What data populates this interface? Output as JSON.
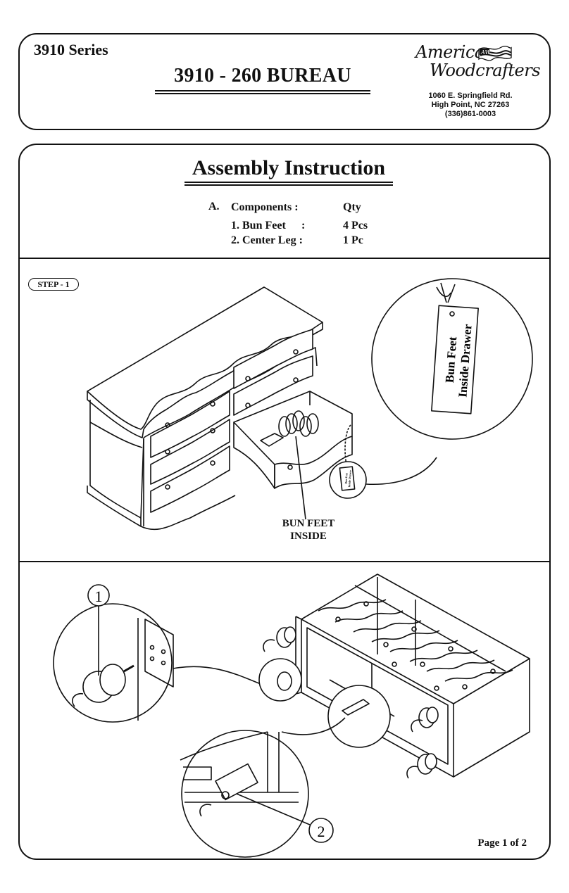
{
  "header": {
    "series": "3910 Series",
    "title": "3910 - 260 BUREAU",
    "company": {
      "logo_line1": "American",
      "logo_line2": "Woodcrafters",
      "logo_mark": "AW",
      "address_line1": "1060 E. Springfield Rd.",
      "address_line2": "High Point, NC 27263",
      "phone": "(336)861-0003"
    }
  },
  "instructions": {
    "title": "Assembly Instruction",
    "section_letter": "A.",
    "components_header": "Components :",
    "qty_header": "Qty",
    "components": [
      {
        "name": "1. Bun Feet",
        "sep": ":",
        "qty": "4 Pcs"
      },
      {
        "name": "2. Center Leg :",
        "sep": "",
        "qty": "1 Pc"
      }
    ]
  },
  "step1": {
    "label": "STEP - 1",
    "callout_label": "BUN FEET INSIDE",
    "callout_line1": "BUN FEET",
    "callout_line2": "INSIDE",
    "tag_line1": "Bun Feet",
    "tag_line2": "Inside Drawer"
  },
  "step2": {
    "marker_1": "1",
    "marker_2": "2"
  },
  "footer": {
    "page": "Page 1 of 2"
  }
}
